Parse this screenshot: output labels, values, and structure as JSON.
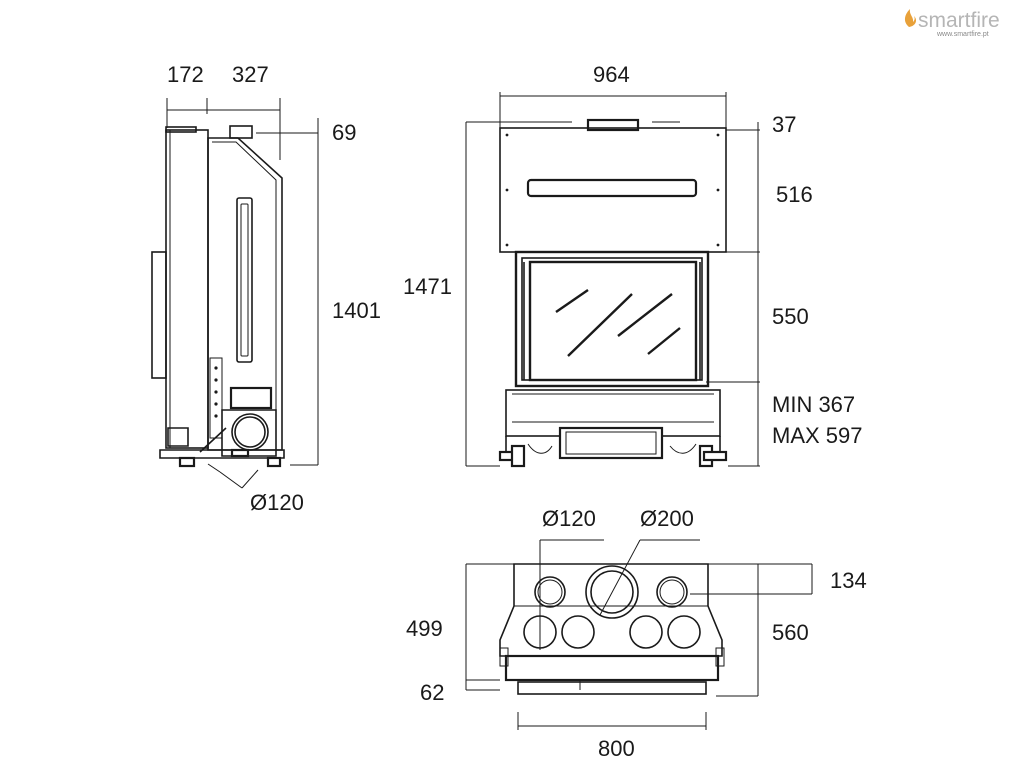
{
  "brand": {
    "name_part1": "smart",
    "name_part2": "fire",
    "url": "www.smartfire.pt",
    "accent_color": "#e8a13a",
    "text_color": "#b5b5b5",
    "icon": "flame-icon"
  },
  "side_view": {
    "dim_depth_front": "172",
    "dim_depth_body": "327",
    "dim_top_offset": "69",
    "dim_height": "1401",
    "dim_outlet_diameter": "Ø120"
  },
  "front_view": {
    "dim_width": "964",
    "dim_top_collar": "37",
    "dim_hood_height": "516",
    "dim_total_height": "1471",
    "dim_glass_height": "550",
    "dim_base_min": "MIN 367",
    "dim_base_max": "MAX 597"
  },
  "top_view": {
    "dim_small_outlet": "Ø120",
    "dim_flue_outlet": "Ø200",
    "dim_rear_offset": "134",
    "dim_depth_body": "499",
    "dim_depth_total": "560",
    "dim_front_offset": "62",
    "dim_width_base": "800"
  }
}
